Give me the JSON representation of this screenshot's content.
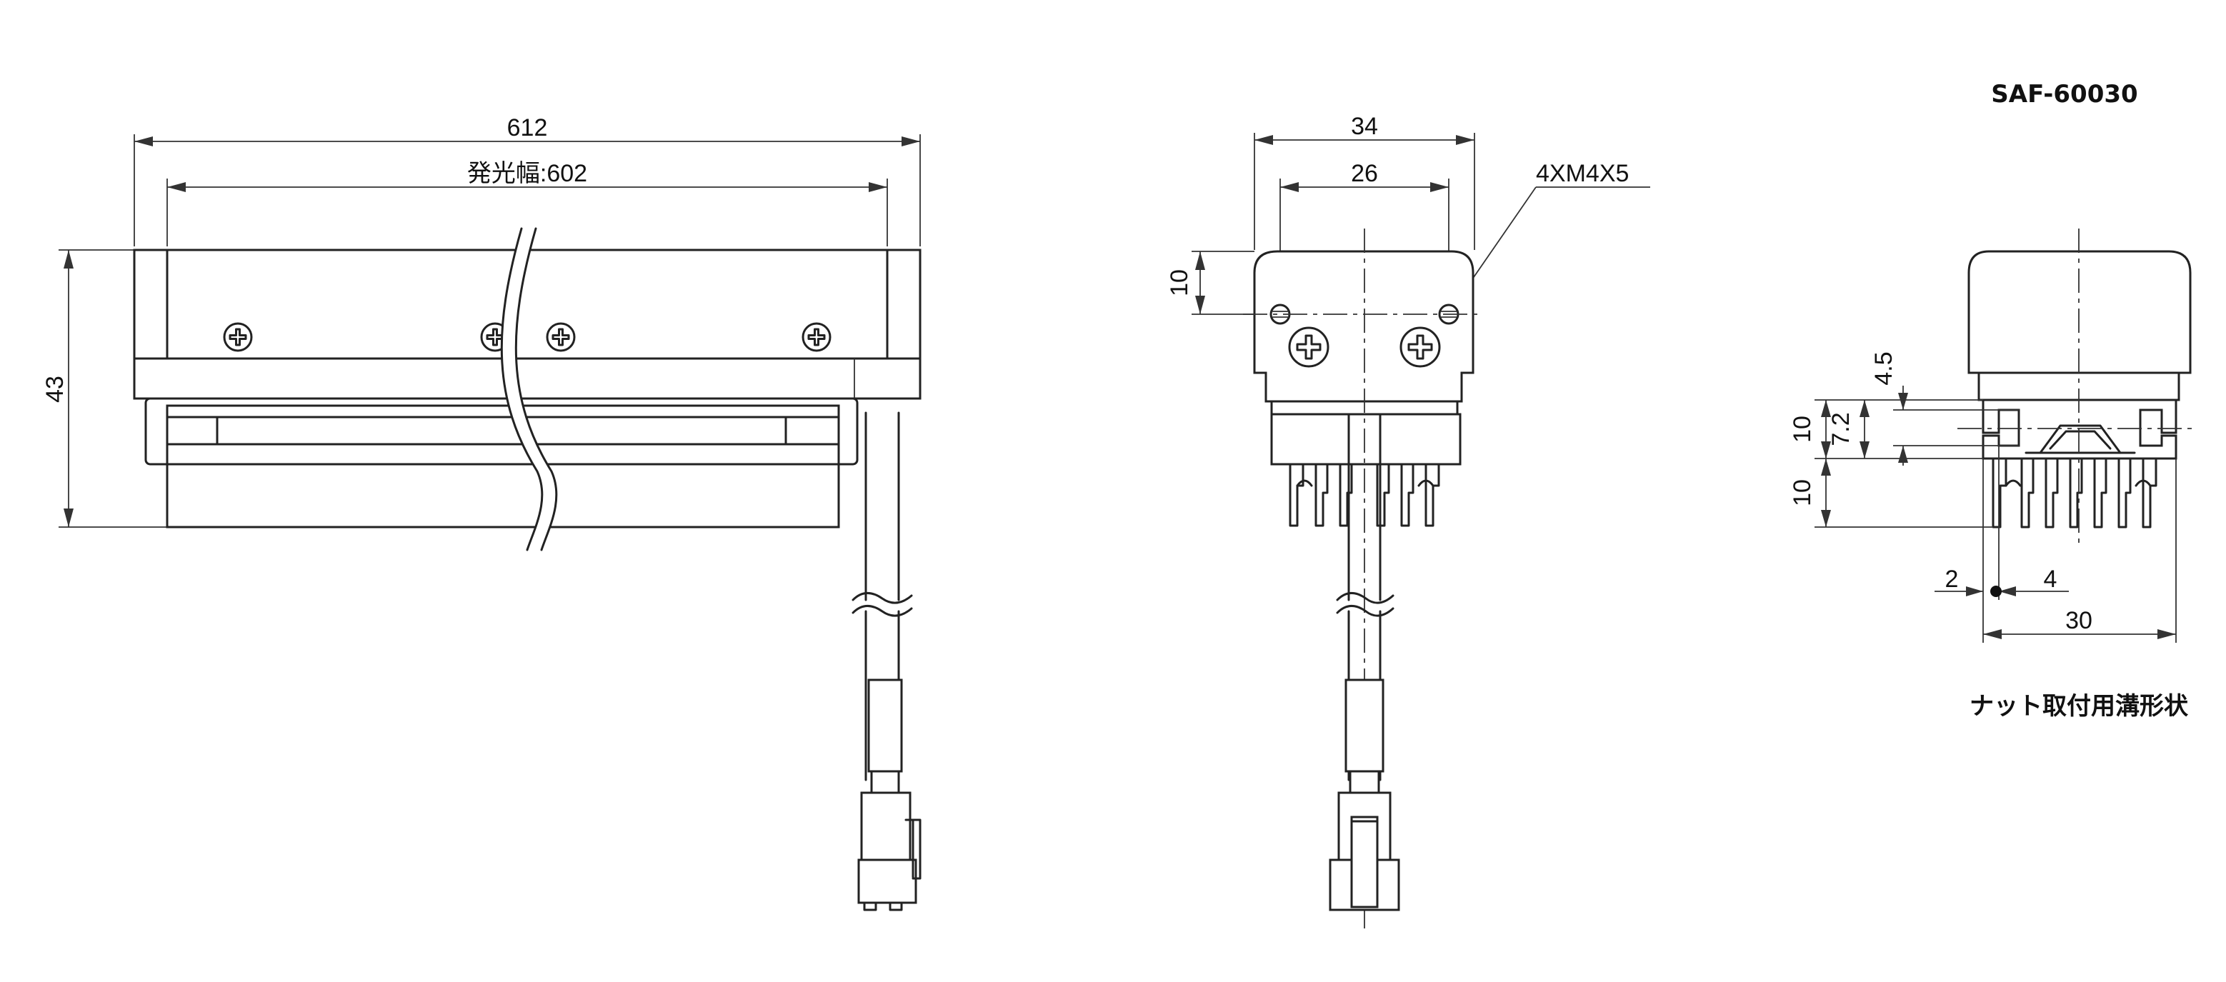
{
  "model": "SAF-60030",
  "front_view": {
    "overall_length": "612",
    "emitting_width": "発光幅:602",
    "height": "43"
  },
  "side_view": {
    "width_outer": "34",
    "width_holes": "26",
    "hole_offset": "10",
    "screw_spec": "4XM4X5"
  },
  "slot_detail": {
    "dim_4_5": "4.5",
    "dim_7_2": "7.2",
    "dim_10_upper": "10",
    "dim_10_lower": "10",
    "dim_2": "2",
    "dim_4": "4",
    "dim_30": "30",
    "caption": "ナット取付用溝形状"
  }
}
